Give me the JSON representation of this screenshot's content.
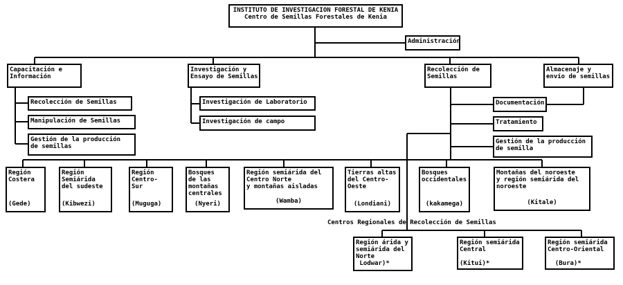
{
  "title": "INSTITUTO DE INVESTIGACION FORESTAL DE KENIA\nCentro de Semillas Forestales de Kenia",
  "admin": "Administración",
  "departments": {
    "capacitacion": "Capacitación e\nInformación",
    "investigacion": "Investigación y\nEnsayo de Semillas",
    "recoleccion": "Recolección de\nSemillas",
    "almacenaje": "Almacenaje y\nenvío de semillas"
  },
  "capacitacion_units": [
    "Recolección de Semillas",
    "Manipulación de Semillas",
    "Gestión de la producción\nde semillas"
  ],
  "investigacion_units": [
    "Investigación de Laboratorio",
    "Investigación de campo"
  ],
  "recoleccion_units": [
    "Documentación",
    "Tratamiento",
    "Gestión de la producción\nde semilla"
  ],
  "regions": [
    {
      "name": "Región\nCostera",
      "station": "(Gede)"
    },
    {
      "name": "Región\nSemiárida\ndel sudeste",
      "station": "(Kibwezi)"
    },
    {
      "name": "Región\nCentro-\nSur",
      "station": "(Muguga)"
    },
    {
      "name": "Bosques\nde las\nmontañas\ncentrales",
      "station": "(Nyeri)"
    },
    {
      "name": "Región semiárida del\nCentro Norte\ny montañas aisladas",
      "station": "(Wamba)"
    },
    {
      "name": "Tierras altas\ndel Centro-\nOeste",
      "station": "(Londiani)"
    },
    {
      "name": "Bosques\noccidentales",
      "station": "(kakamega)"
    },
    {
      "name": "Montañas del noroeste\ny región semiárida del\nnoroeste",
      "station": "(Kitale)"
    }
  ],
  "centros": {
    "heading": "Centros Regionales de Recolección de Semillas",
    "items": [
      "Región árida y\nsemiárida del\nNorte\n Lodwar)*",
      "Región semiárida\nCentral\n\n(Kitui)*",
      "Región semiárida\nCentro-Oriental\n\n  (Bura)*"
    ]
  }
}
